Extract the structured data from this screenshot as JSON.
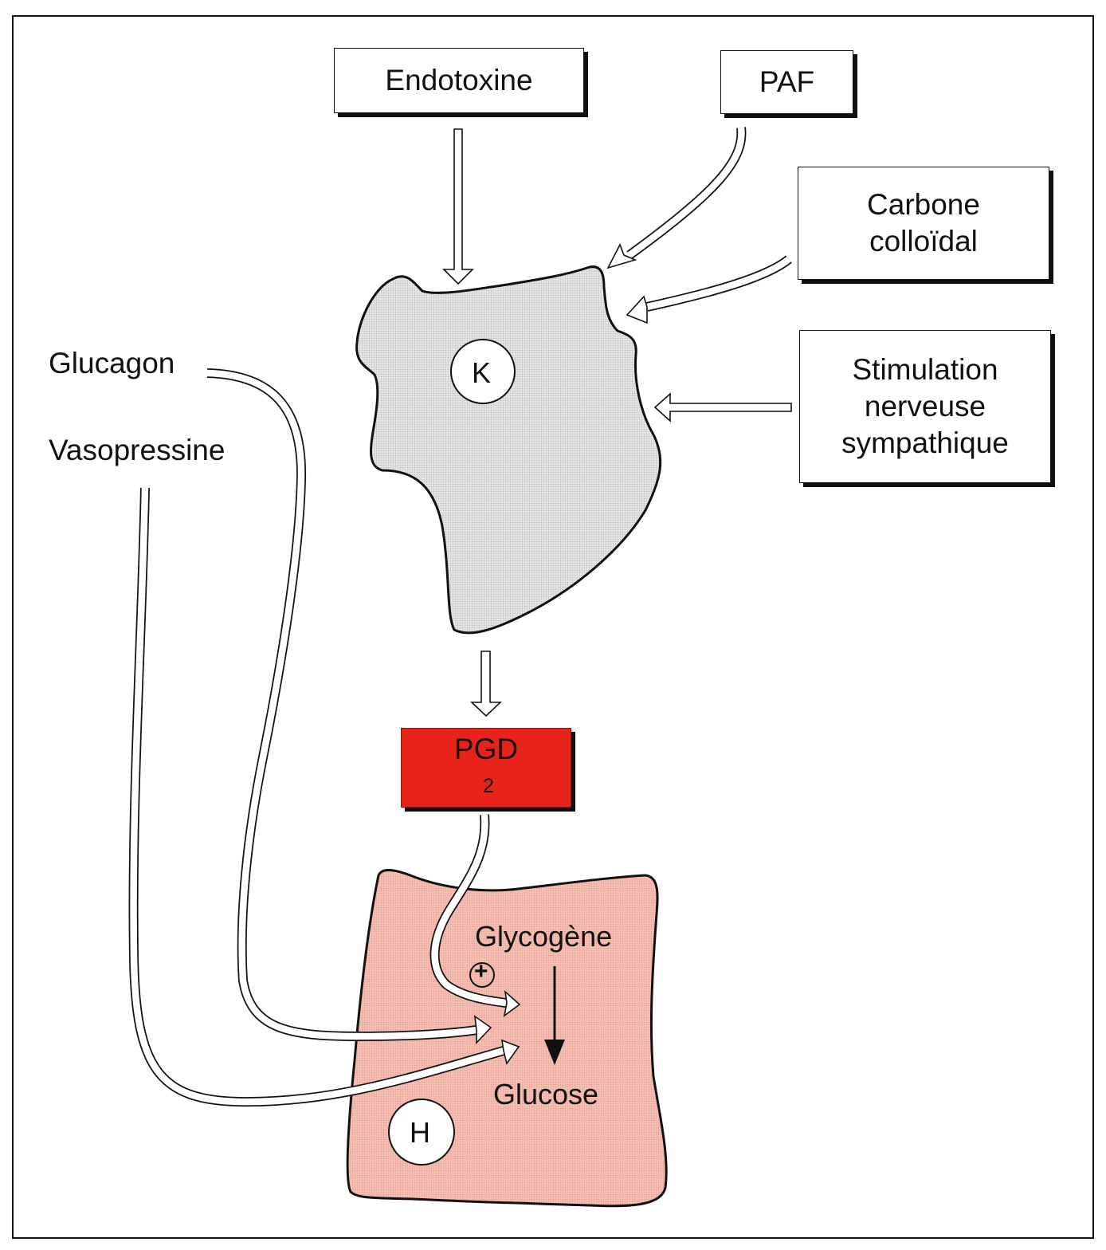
{
  "diagram": {
    "colors": {
      "kupffer_cell_fill": "#dcdcdc",
      "hepatocyte_fill": "#f2b8ae",
      "pgd2_box_fill": "#e8241a",
      "outline": "#111111"
    },
    "stimuli": {
      "endotoxine": "Endotoxine",
      "paf": "PAF",
      "carbone_line1": "Carbone",
      "carbone_line2": "colloïdal",
      "stimulation_line1": "Stimulation",
      "stimulation_line2": "nerveuse",
      "stimulation_line3": "sympathique"
    },
    "hormones": {
      "glucagon": "Glucagon",
      "vasopressine": "Vasopressine"
    },
    "kupffer_cell": {
      "nucleus_label": "K"
    },
    "mediator": {
      "name": "PGD",
      "subscript": "2"
    },
    "hepatocyte": {
      "nucleus_label": "H",
      "substrate": "Glycogène",
      "product": "Glucose",
      "effect_sign": "+"
    }
  }
}
